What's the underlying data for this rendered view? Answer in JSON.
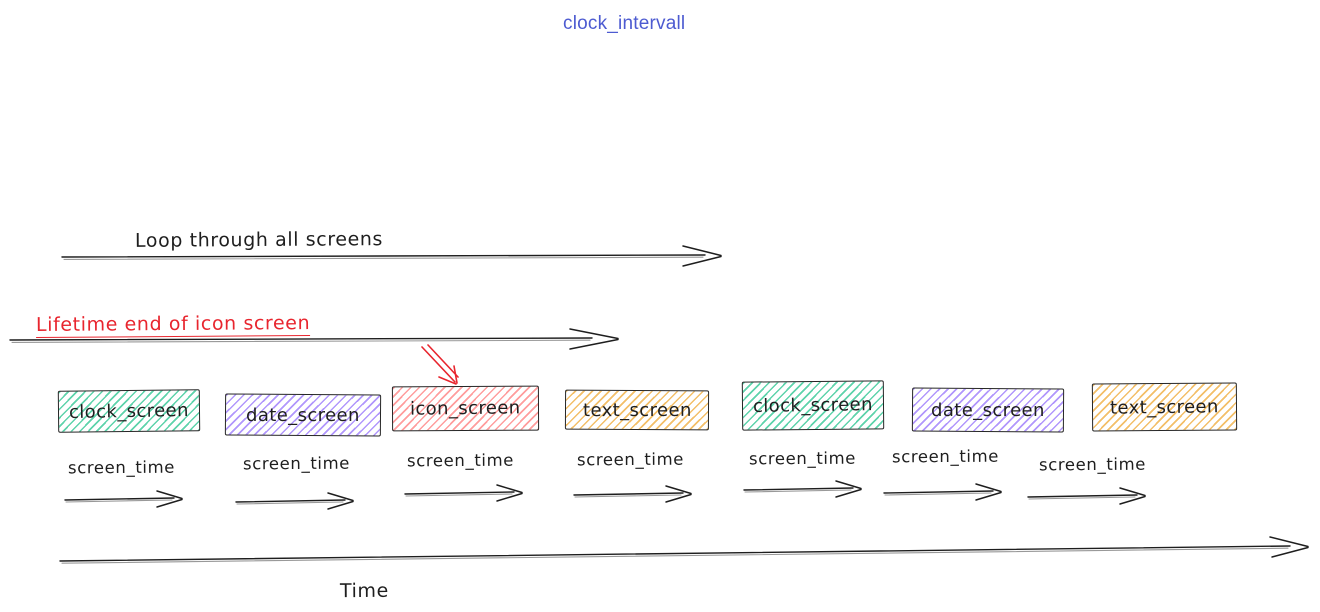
{
  "colors": {
    "ink": "#1e1e1e",
    "ink_soft": "#999999",
    "red": "#e8252e",
    "title_blue": "#4d5bd1",
    "green": "#5ed3ab",
    "purple": "#b197fc",
    "pink": "#ff9d9d",
    "orange": "#f3bf69"
  },
  "title": {
    "text": "clock_intervall"
  },
  "annotations": {
    "loop_label": "Loop through all screens",
    "lifetime_label": "Lifetime end of icon screen",
    "time_label": "Time",
    "screen_time_label": "screen_time"
  },
  "screens": [
    {
      "label": "clock_screen",
      "color": "#5ed3ab"
    },
    {
      "label": "date_screen",
      "color": "#b197fc"
    },
    {
      "label": "icon_screen",
      "color": "#ff9d9d",
      "highlighted_by_red_arrow": true
    },
    {
      "label": "text_screen",
      "color": "#f3bf69"
    },
    {
      "label": "clock_screen",
      "color": "#5ed3ab"
    },
    {
      "label": "date_screen",
      "color": "#b197fc"
    },
    {
      "label": "text_screen",
      "color": "#f3bf69"
    }
  ]
}
